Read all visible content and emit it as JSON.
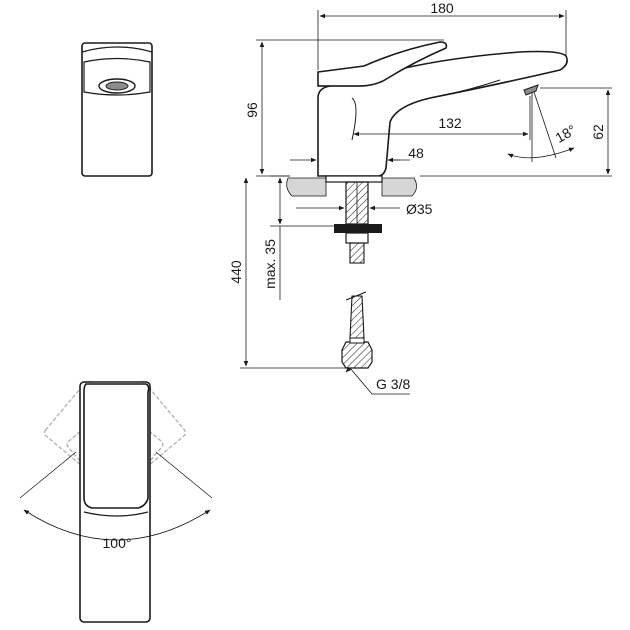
{
  "colors": {
    "line": "#1a1a1a",
    "ghost": "#b5b5b5",
    "floor": "#d6d6d6",
    "aerator": "#8c8c8c",
    "background": "#ffffff"
  },
  "dimensions": {
    "total_length": "180",
    "height": "96",
    "spout_reach": "132",
    "base_width": "48",
    "spout_height": "62",
    "spout_angle": "18°",
    "hole_diameter": "Ø35",
    "deck_thickness": "max. 35",
    "hose_length": "440",
    "connection": "G 3/8",
    "lever_rotation": "100°"
  },
  "views": [
    "front-view",
    "side-view",
    "top-view"
  ]
}
